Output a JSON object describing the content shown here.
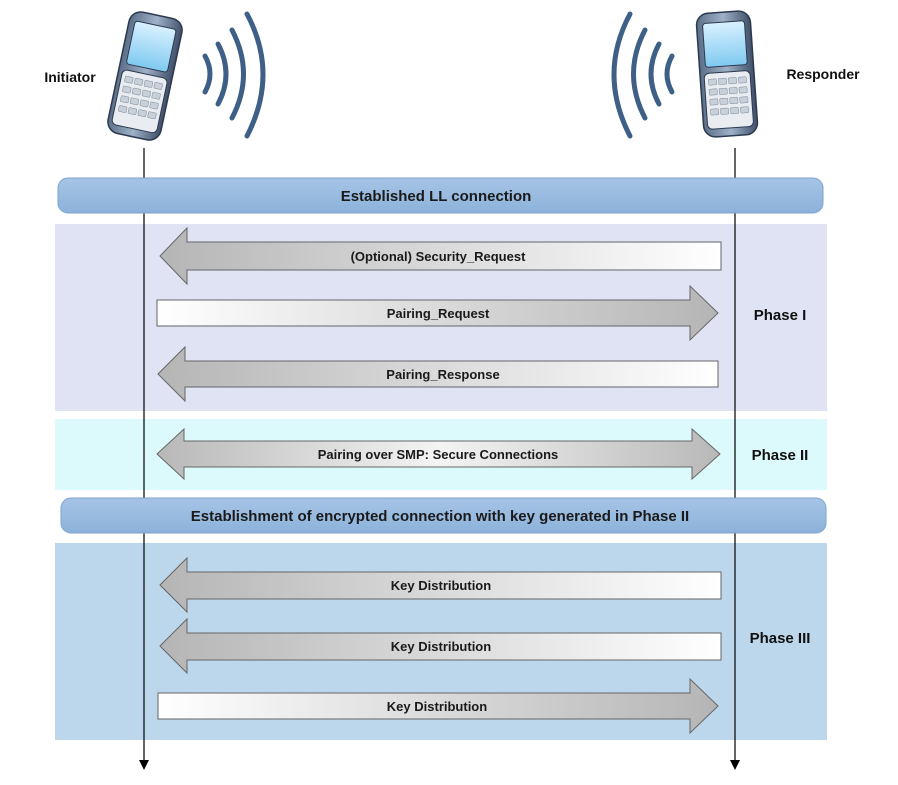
{
  "participants": {
    "initiator": "Initiator",
    "responder": "Responder"
  },
  "bars": {
    "established": "Established LL connection",
    "encrypted": "Establishment of encrypted connection with key generated in Phase II"
  },
  "phases": {
    "phase1": "Phase I",
    "phase2": "Phase II",
    "phase3": "Phase III"
  },
  "messages": {
    "security_request": "(Optional) Security_Request",
    "pairing_request": "Pairing_Request",
    "pairing_response": "Pairing_Response",
    "secure_connections": "Pairing over SMP: Secure Connections",
    "key_dist_1": "Key Distribution",
    "key_dist_2": "Key Distribution",
    "key_dist_3": "Key Distribution"
  },
  "colors": {
    "phase1_band": "#dfe3f4",
    "phase2_band": "#dcfafc",
    "phase3_band": "#bcd6ec",
    "bar_fill": "#93b8de",
    "arrow_dark": "#b8b8b8",
    "arrow_light": "#ffffff",
    "wave": "#3e5f86"
  }
}
